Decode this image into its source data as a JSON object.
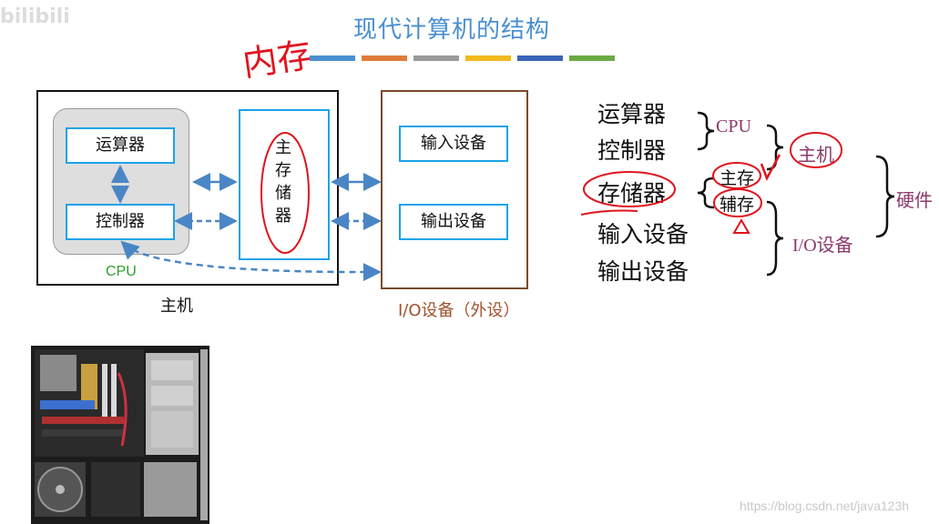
{
  "watermark_top": "bilibili",
  "title": "现代计算机的结构",
  "handwritten_note": "内存",
  "color_bar_colors": [
    "#4a90d0",
    "#e07b39",
    "#9a9a9a",
    "#f2b81e",
    "#3a64b8",
    "#6aaa44"
  ],
  "left_diagram": {
    "alu": "运算器",
    "control_unit": "控制器",
    "main_memory": [
      "主",
      "存",
      "储",
      "器"
    ],
    "cpu_label": "CPU",
    "host_label": "主机",
    "input_device": "输入设备",
    "output_device": "输出设备",
    "io_label": "I/O设备（外设）"
  },
  "right_diagram": {
    "items": [
      "运算器",
      "控制器",
      "存储器",
      "输入设备",
      "输出设备"
    ],
    "cpu": "CPU",
    "host": "主机",
    "main_memory": "主存",
    "aux_memory": "辅存",
    "io": "I/O设备",
    "hardware": "硬件"
  },
  "watermark_bottom": "https://blog.csdn.net/java123h"
}
